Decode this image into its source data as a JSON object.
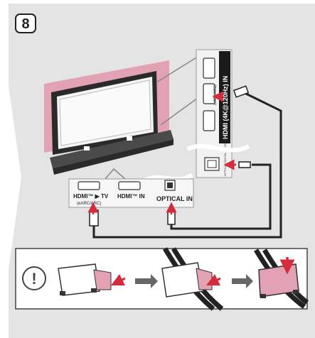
{
  "step_number": "8",
  "tv_ports": {
    "hdmi_tv_label": "HDMI™ ▶ TV",
    "hdmi_tv_sublabel": "(eARC/ARC)",
    "hdmi_in_label": "HDMI™ IN",
    "optical_in_label": "OPTICAL IN"
  },
  "tv_side_panel": {
    "hdmi_vertical_label": "HDMI (4K@120Hz) IN",
    "earc_small_label": "(eARC/ARC)",
    "optical_small_label": "OPTICAL DIGITAL AUDIO OUT"
  },
  "notice_symbol": "!",
  "colors": {
    "background": "#e4e4e4",
    "pink_accent": "#e2a2b3",
    "red_arrow": "#d42c3c",
    "cable_black": "#222222",
    "outline": "#222222"
  }
}
